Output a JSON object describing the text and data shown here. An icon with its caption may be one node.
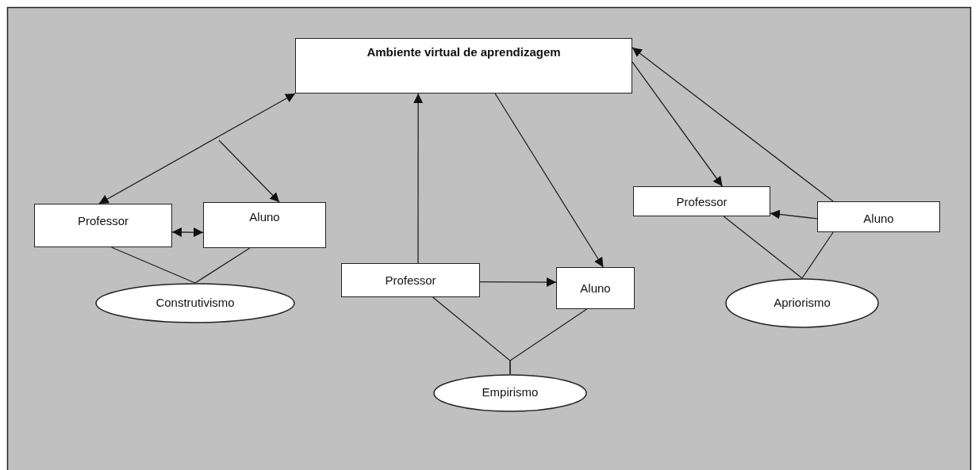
{
  "diagram": {
    "nodes": [
      {
        "text": [
          "Ambiente virtual de aprendizagem"
        ]
      },
      {
        "text": [
          "Professor"
        ]
      },
      {
        "text": [
          "Aluno"
        ]
      },
      {
        "text": [
          "Construtivismo"
        ]
      },
      {
        "text": [
          "Professor"
        ]
      },
      {
        "text": [
          "Aluno"
        ]
      },
      {
        "text": [
          "Empirismo"
        ]
      },
      {
        "text": [
          "Professor"
        ]
      },
      {
        "text": [
          "Aluno"
        ]
      },
      {
        "text": [
          "Apriorismo"
        ]
      }
    ],
    "edges": [
      {
        "from": 1,
        "to": 0,
        "arrow": "both"
      },
      {
        "from": null,
        "to": 2,
        "arrow": "to"
      },
      {
        "from": 1,
        "to": 2,
        "arrow": "both"
      },
      {
        "from": 4,
        "to": 0,
        "arrow": "to"
      },
      {
        "from": 0,
        "to": 5,
        "arrow": "to"
      },
      {
        "from": 4,
        "to": 5,
        "arrow": "to"
      },
      {
        "from": 0,
        "to": 7,
        "arrow": "to"
      },
      {
        "from": 8,
        "to": 0,
        "arrow": "to"
      },
      {
        "from": 8,
        "to": 7,
        "arrow": "to"
      },
      {
        "from": 1,
        "to": 3,
        "arrow": "none"
      },
      {
        "from": 2,
        "to": 3,
        "arrow": "none"
      },
      {
        "from": 4,
        "to": 6,
        "arrow": "none"
      },
      {
        "from": 5,
        "to": 6,
        "arrow": "none"
      },
      {
        "from": 7,
        "to": 9,
        "arrow": "none"
      },
      {
        "from": 8,
        "to": 9,
        "arrow": "none"
      }
    ]
  }
}
